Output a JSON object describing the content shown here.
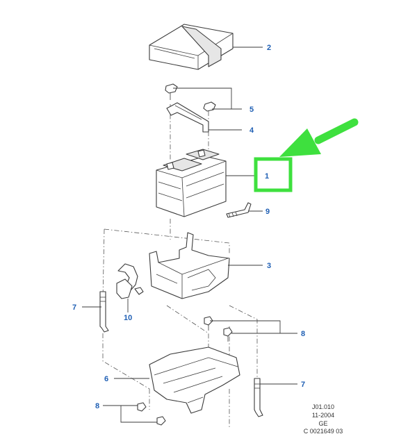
{
  "callouts": [
    "2",
    "5",
    "4",
    "1",
    "9",
    "3",
    "7",
    "10",
    "8",
    "6",
    "7",
    "8"
  ],
  "drawing_info": [
    "J01.010",
    "11-2004",
    "GE",
    "C 0021649 03"
  ],
  "colors": {
    "callout_text": "#1f5fb4",
    "highlight_arrow": "#3ee03e",
    "line_art": "#3a3a3a"
  }
}
